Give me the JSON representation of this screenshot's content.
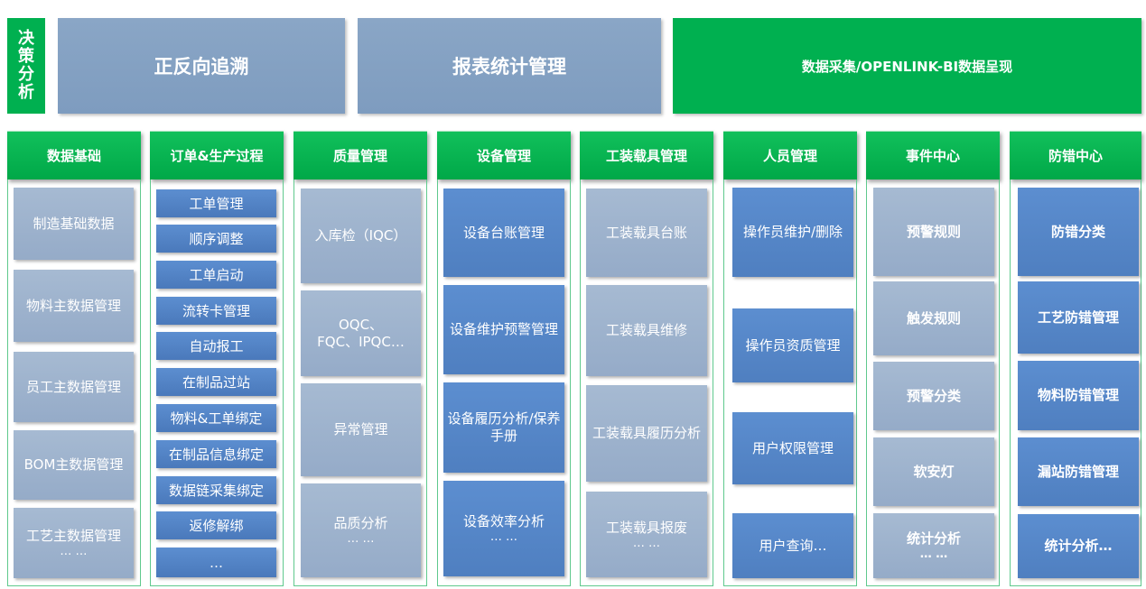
{
  "top": {
    "decision_chars": [
      "决",
      "策",
      "分",
      "析"
    ],
    "trace_label": "正反向追溯",
    "report_label": "报表统计管理",
    "data_label": "数据采集/OPENLINK-BI数据呈现"
  },
  "columns": [
    {
      "title": "数据基础",
      "items": [
        "制造基础数据",
        "物料主数据管理",
        "员工主数据管理",
        "BOM主数据管理",
        "工艺主数据管理"
      ],
      "last_more": "… …"
    },
    {
      "title": "订单&生产过程",
      "items": [
        "工单管理",
        "顺序调整",
        "工单启动",
        "流转卡管理",
        "自动报工",
        "在制品过站",
        "物料&工单绑定",
        "在制品信息绑定",
        "数据链采集绑定",
        "返修解绑",
        "…"
      ]
    },
    {
      "title": "质量管理",
      "items": [
        "入库检（IQC）",
        "OQC、",
        "FQC、IPQC…",
        "异常管理",
        "品质分析"
      ],
      "last_more": "… …"
    },
    {
      "title": "设备管理",
      "items": [
        "设备台账管理",
        "设备维护预警管理",
        "设备履历分析/保养",
        "手册",
        "设备效率分析"
      ],
      "last_more": "… …"
    },
    {
      "title": "工装载具管理",
      "items": [
        "工装载具台账",
        "工装载具维修",
        "工装载具履历分析",
        "工装载具报废"
      ],
      "last_more": "… …"
    },
    {
      "title": "人员管理",
      "items": [
        "操作员维护/删除",
        "操作员资质管理",
        "用户权限管理",
        "用户查询…"
      ]
    },
    {
      "title": "事件中心",
      "items": [
        "预警规则",
        "触发规则",
        "预警分类",
        "软安灯",
        "统计分析"
      ],
      "last_more": "… …"
    },
    {
      "title": "防错中心",
      "items": [
        "防错分类",
        "工艺防错管理",
        "物料防错管理",
        "漏站防错管理",
        "统计分析…"
      ]
    }
  ]
}
